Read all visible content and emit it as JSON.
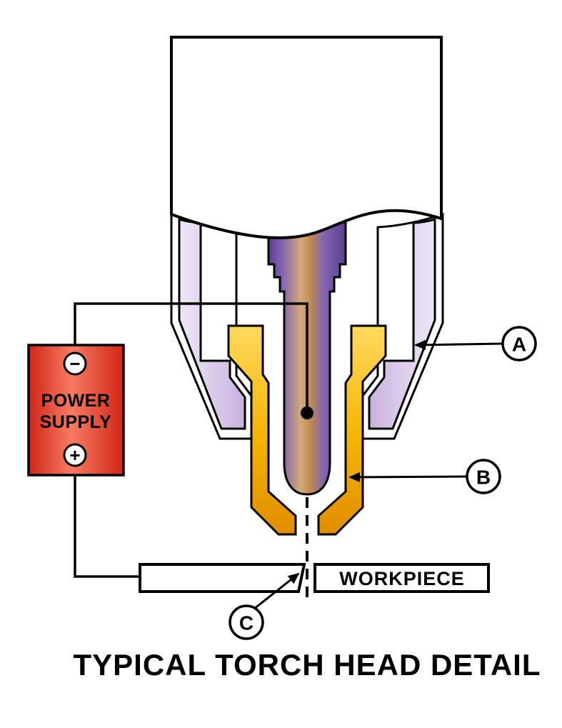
{
  "diagram": {
    "title": "TYPICAL TORCH HEAD DETAIL",
    "power_supply": {
      "label_line1": "POWER",
      "label_line2": "SUPPLY",
      "negative_terminal": "−",
      "positive_terminal": "+"
    },
    "workpiece": {
      "label": "WORKPIECE"
    },
    "callouts": {
      "a": {
        "label": "A"
      },
      "b": {
        "label": "B"
      },
      "c": {
        "label": "C"
      }
    },
    "colors": {
      "outline_black": "#000000",
      "shield_lavender_light": "#efe8f7",
      "shield_lavender": "#c7b2de",
      "nozzle_gold_light": "#ffd95e",
      "nozzle_gold": "#f5b301",
      "nozzle_gold_dark": "#e08d00",
      "electrode_purple_dark": "#59408f",
      "electrode_purple": "#8264b2",
      "electrode_copper_light": "#d4aa78",
      "electrode_copper": "#c08a52",
      "power_red_dark": "#cf2616",
      "power_red_light": "#f77b63"
    }
  }
}
